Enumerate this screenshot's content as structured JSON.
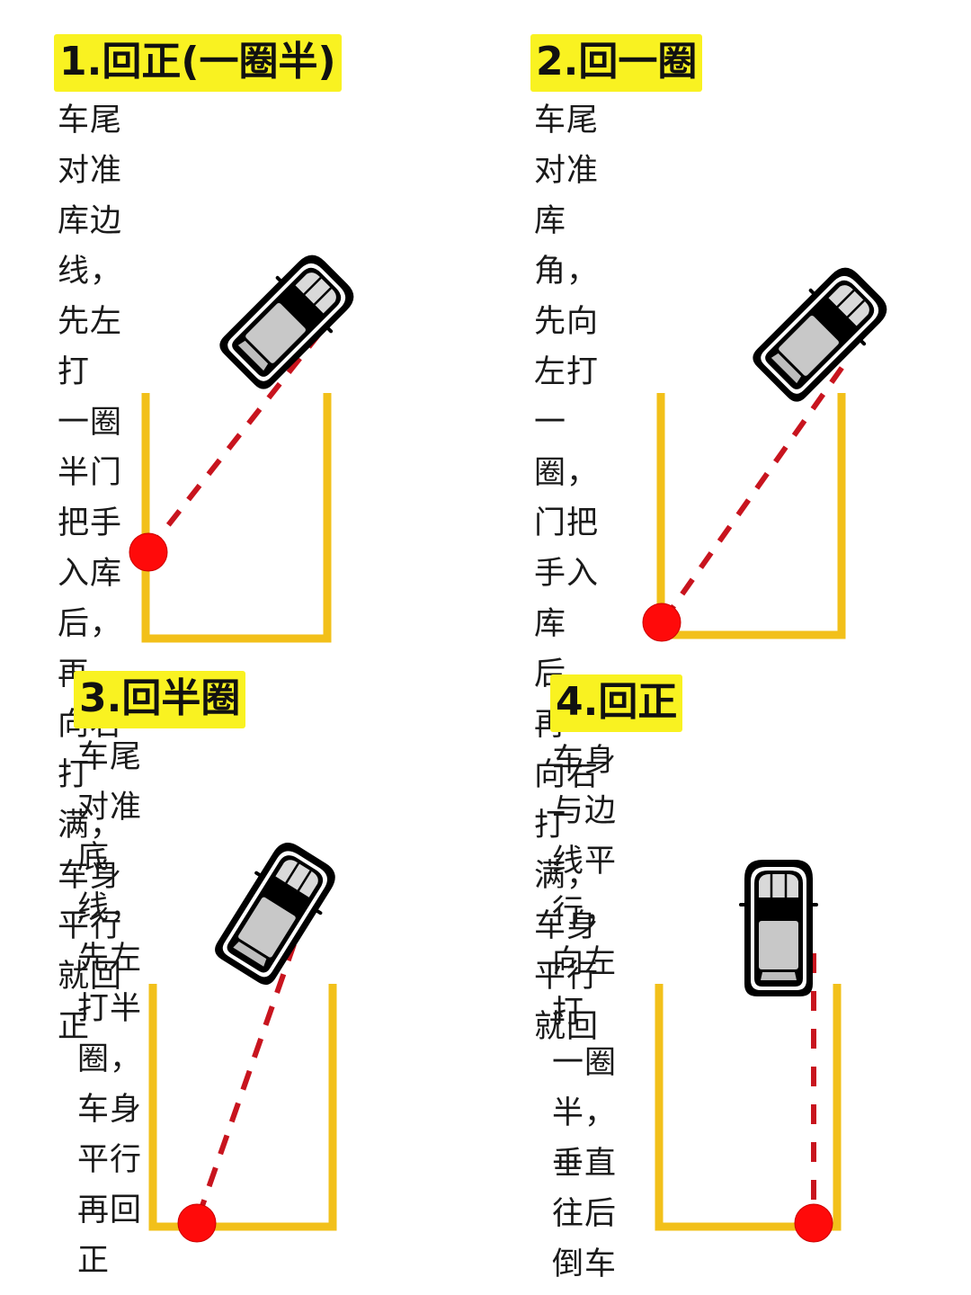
{
  "colors": {
    "title_highlight": "#f9f221",
    "parking_line": "#f2c01a",
    "reference_dot": "#ff0a0a",
    "guide_line": "#c8141e",
    "car_body": "#000000",
    "car_roof": "#c8c8c8"
  },
  "panels": [
    {
      "title": "1.回正(一圈半)",
      "lines": [
        "车尾对准库边线，先左打",
        "一圈半门把手入库后，再",
        "向右打满，车身平行就回",
        "正"
      ],
      "reference_point": "parking-side-line-midpoint",
      "car_heading": "diagonal"
    },
    {
      "title": "2.回一圈",
      "lines": [
        "车尾对准库角，先向左打",
        "一圈，门把手入库后，再",
        "向右打满，车身平行就回"
      ],
      "reference_point": "parking-bottom-left-corner",
      "car_heading": "diagonal"
    },
    {
      "title": "3.回半圈",
      "lines": [
        "车尾对准底线，先左打半",
        "圈，车身平行再回正"
      ],
      "reference_point": "parking-bottom-line",
      "car_heading": "diagonal"
    },
    {
      "title": "4.回正",
      "lines": [
        "车身与边线平行，向左打",
        "一圈半，垂直往后倒车"
      ],
      "reference_point": "parking-bottom-right-corner",
      "car_heading": "vertical"
    }
  ]
}
